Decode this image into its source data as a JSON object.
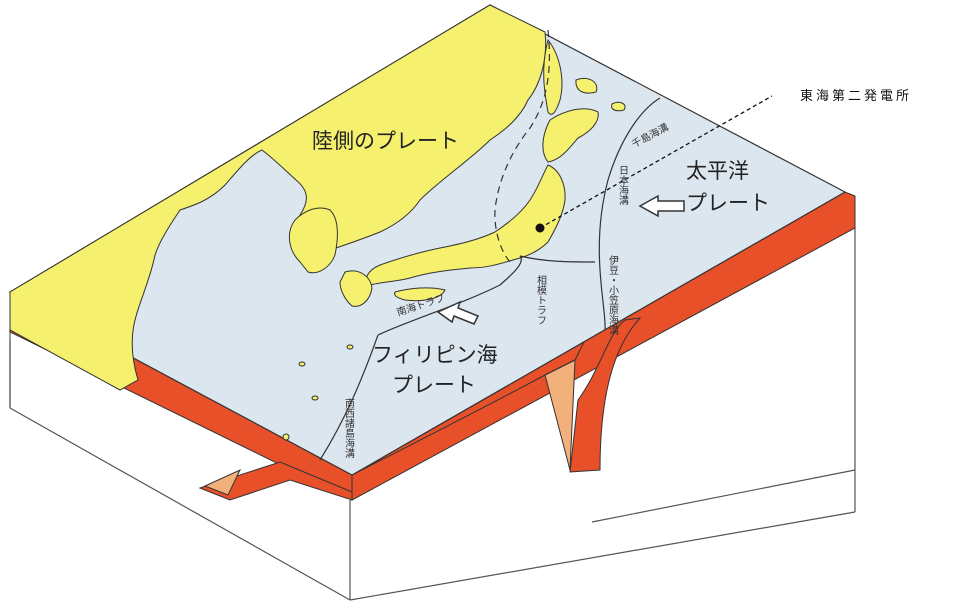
{
  "labels": {
    "continental_plate": "陸側のプレート",
    "pacific_plate_line1": "太平洋",
    "pacific_plate_line2": "プレート",
    "philippine_plate_line1": "フィリピン海",
    "philippine_plate_line2": "プレート",
    "nankai_trough": "南海トラフ",
    "sagami_trough": "相模トラフ",
    "japan_trench": "日本海溝",
    "izu_bonin_trench": "伊豆・小笠原海溝",
    "kuril_trench": "千島海溝",
    "nansei_trench": "南西諸島海溝",
    "power_station": "東海第二発電所"
  },
  "colors": {
    "land": "#F5F06E",
    "sea": "#DCE6EF",
    "plate_edge": "#E8502A",
    "plate_edge_dark": "#C93E1E",
    "mantle_wedge": "#F2B07A",
    "outline": "#333333",
    "box_line": "#555555"
  },
  "icons": {
    "pacific_arrow": "arrow-left-icon",
    "philippine_arrow": "arrow-up-left-icon",
    "station_marker": "dot-marker-icon"
  }
}
